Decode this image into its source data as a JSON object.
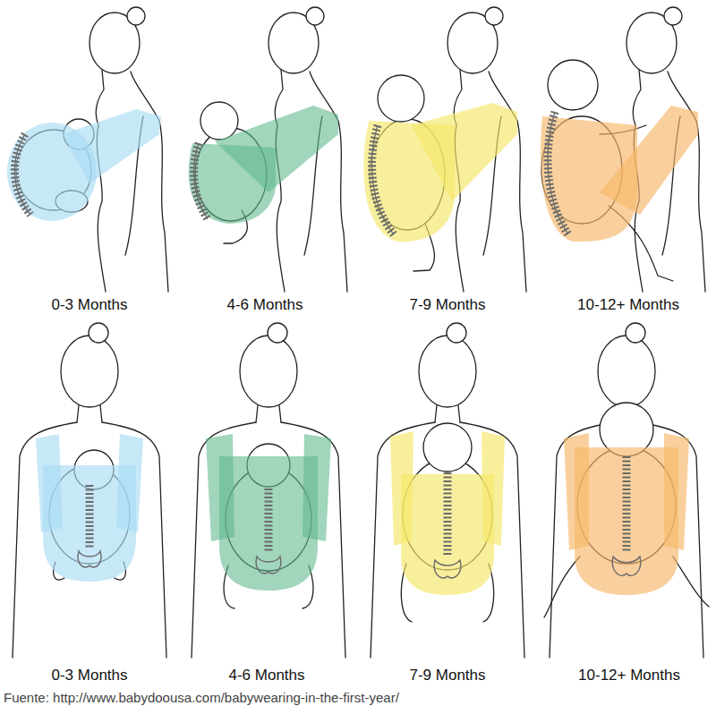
{
  "diagram": {
    "caption": "Fuente: http://www.babydoousa.com/babywearing-in-the-first-year/",
    "labels": [
      "0-3 Months",
      "4-6 Months",
      "7-9 Months",
      "10-12+ Months",
      "0-3 Months",
      "4-6 Months",
      "7-9 Months",
      "10-12+ Months"
    ]
  }
}
